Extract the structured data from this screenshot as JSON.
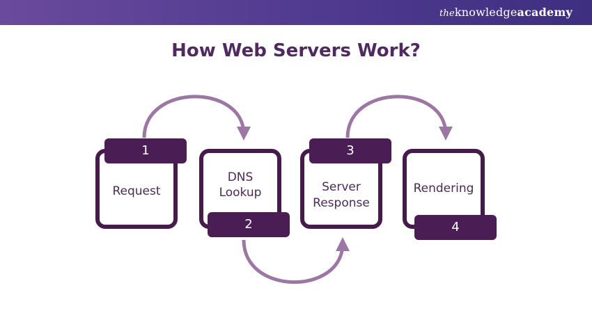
{
  "brand": {
    "the": "the",
    "knowledge": "knowledge",
    "academy": "academy"
  },
  "title": "How Web Servers Work?",
  "steps": [
    {
      "number": "1",
      "label": "Request"
    },
    {
      "number": "2",
      "label_line1": "DNS",
      "label_line2": "Lookup"
    },
    {
      "number": "3",
      "label_line1": "Server",
      "label_line2": "Response"
    },
    {
      "number": "4",
      "label": "Rendering"
    }
  ],
  "colors": {
    "header_gradient_start": "#6a4a9c",
    "header_gradient_end": "#3e2f80",
    "title": "#4f2a5f",
    "card_border": "#461b4c",
    "badge": "#4b1d55",
    "arrow": "#9c77a4"
  }
}
